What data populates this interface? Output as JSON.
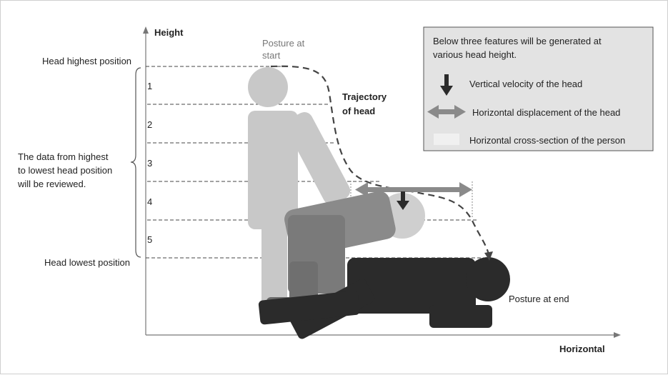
{
  "axes": {
    "y_label": "Height",
    "x_label": "Horizontal"
  },
  "markers": {
    "highest": "Head highest position",
    "lowest": "Head lowest position"
  },
  "bands": [
    "1",
    "2",
    "3",
    "4",
    "5"
  ],
  "brace_text": [
    "The data from highest",
    "to lowest head position",
    "will be reviewed."
  ],
  "posture_start": [
    "Posture at",
    "start"
  ],
  "trajectory": [
    "Trajectory",
    "of head"
  ],
  "posture_end": "Posture at end",
  "legend": {
    "title": [
      "Below three features will be generated at",
      "various head height."
    ],
    "items": [
      {
        "icon": "down-arrow-icon",
        "label": "Vertical velocity of the head"
      },
      {
        "icon": "double-arrow-icon",
        "label": "Horizontal displacement of the head"
      },
      {
        "icon": "cross-section-swatch-icon",
        "label": "Horizontal cross-section of the person"
      }
    ]
  },
  "colors": {
    "figure_start": "#c8c8c8",
    "figure_mid": "#808080",
    "figure_end": "#2b2b2b",
    "arrow_gray": "#8a8a8a",
    "legend_bg": "#e3e3e3"
  }
}
